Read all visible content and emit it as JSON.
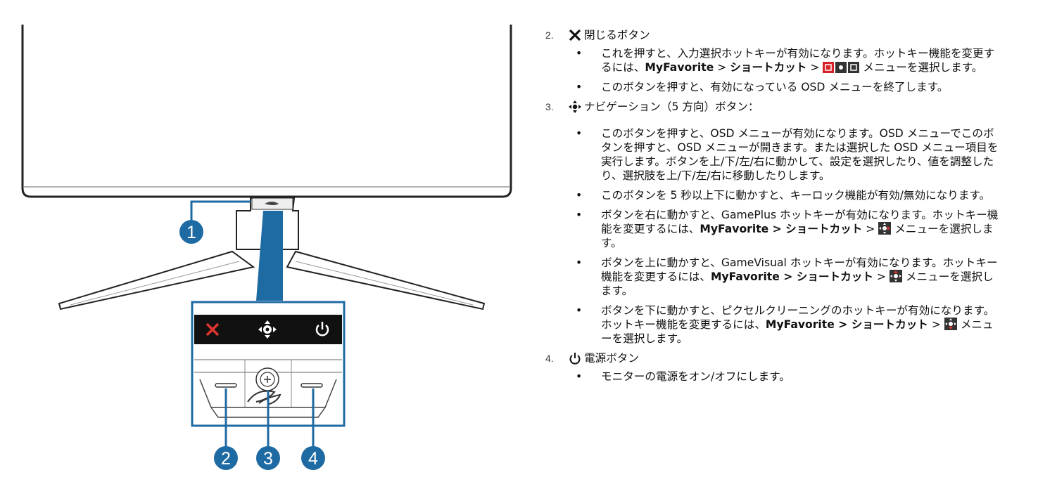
{
  "callouts": [
    "1",
    "2",
    "3",
    "4"
  ],
  "sections": [
    {
      "num": "2.",
      "title": "閉じるボタン",
      "bullets": [
        {
          "pre": "これを押すと、入力選択ホットキーが有効になります。ホットキー機能を変更するには、",
          "path1": "MyFavorite",
          "sep1": " > ",
          "path2": "ショートカット",
          "sep2": " > ",
          "post": " メニューを選択します。"
        },
        {
          "text": "このボタンを押すと、有効になっている OSD メニューを終了します。"
        }
      ]
    },
    {
      "num": "3.",
      "title": "ナビゲーション（5 方向）ボタン：",
      "bullets": [
        {
          "text": "このボタンを押すと、OSD メニューが有効になります。OSD メニューでこのボタンを押すと、OSD メニューが開きます。または選択した OSD メニュー項目を実行します。ボタンを上/下/左/右に動かして、設定を選択したり、値を調整したり、選択肢を上/下/左/右に移動したりします。"
        },
        {
          "text": "このボタンを 5 秒以上下に動かすと、キーロック機能が有効/無効になります。"
        },
        {
          "pre": "ボタンを右に動かすと、GamePlus ホットキーが有効になります。ホットキー機能を変更するには、",
          "path": "MyFavorite > ショートカット",
          "sep": " > ",
          "post": " メニューを選択します。"
        },
        {
          "pre": "ボタンを上に動かすと、GameVisual ホットキーが有効になります。ホットキー機能を変更するには、",
          "path": "MyFavorite > ショートカット",
          "sep": " > ",
          "post": " メニューを選択します。"
        },
        {
          "pre": "ボタンを下に動かすと、ピクセルクリーニングのホットキーが有効になります。ホットキー機能を変更するには、",
          "path": "MyFavorite > ショートカット",
          "sep": " > ",
          "post": " メニューを選択します。"
        }
      ]
    },
    {
      "num": "4.",
      "title": "電源ボタン",
      "bullets": [
        {
          "text": "モニターの電源をオン/オフにします。"
        }
      ]
    }
  ],
  "colors": {
    "callout": "#1e6aa3",
    "callout_text": "#ffffff",
    "close_red": "#e0342f",
    "panel_bg": "#111111",
    "highlight": "#1e6aa3"
  },
  "icons": {
    "close": "close-x-icon",
    "nav": "five-way-nav-icon",
    "power": "power-icon"
  }
}
